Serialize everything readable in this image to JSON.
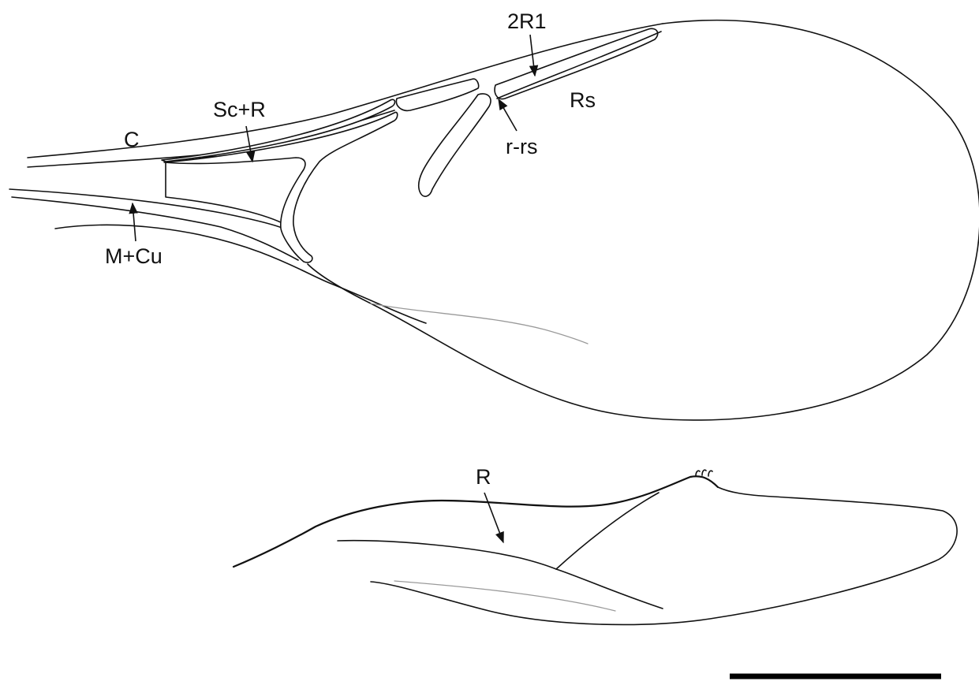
{
  "forewing_labels": {
    "c": "C",
    "sc_r": "Sc+R",
    "m_cu": "M+Cu",
    "two_r1": "2R1",
    "rs": "Rs",
    "r_rs": "r-rs"
  },
  "hindwing_labels": {
    "r": "R"
  }
}
